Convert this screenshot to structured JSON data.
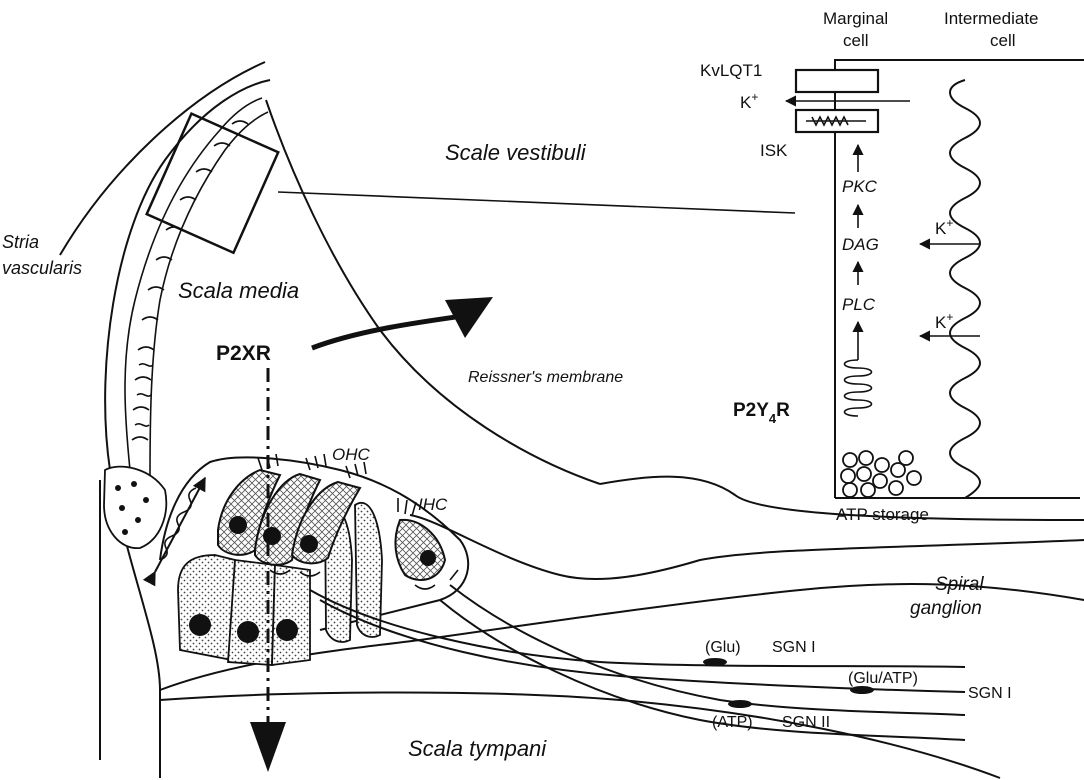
{
  "regions": {
    "scale_vestibuli": "Scale vestibuli",
    "scala_media": "Scala media",
    "scala_tympani": "Scala tympani",
    "stria_line1": "Stria",
    "stria_line2": "vascularis",
    "reissner": "Reissner's membrane",
    "spiral_line1": "Spiral",
    "spiral_line2": "ganglion"
  },
  "receptors": {
    "p2xr": "P2XR",
    "p2y4r_main": "P2Y",
    "p2y4r_sub": "4",
    "p2y4r_end": "R"
  },
  "cells": {
    "ohc": "OHC",
    "ihc": "IHC",
    "marginal_line1": "Marginal",
    "marginal_line2": "cell",
    "intermediate_line1": "Intermediate",
    "intermediate_line2": "cell"
  },
  "inset": {
    "kvlqt1": "KvLQT1",
    "isk": "ISK",
    "k_ion": "K",
    "k_sup": "+",
    "pkc": "PKC",
    "dag": "DAG",
    "plc": "PLC",
    "atp_storage": "ATP storage"
  },
  "neurons": {
    "glu": "(Glu)",
    "sgn1_a": "SGN I",
    "glu_atp": "(Glu/ATP)",
    "sgn1_b": "SGN I",
    "atp": "(ATP)",
    "sgn2": "SGN II"
  }
}
